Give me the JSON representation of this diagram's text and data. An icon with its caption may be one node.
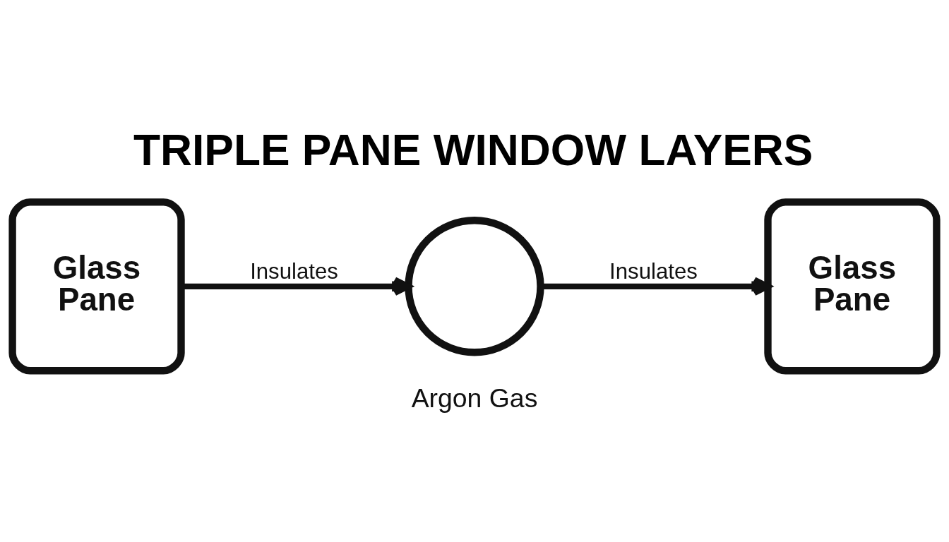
{
  "diagram": {
    "title": "TRIPLE PANE WINDOW LAYERS",
    "nodes": [
      {
        "text": [
          "Glass Pane"
        ]
      },
      {
        "text": [],
        "shape": "circle",
        "beside": [
          "Argon Gas"
        ]
      },
      {
        "text": [
          "Glass Pane"
        ]
      }
    ],
    "edges": [
      {
        "from": 0,
        "to": 1,
        "arrow": "to",
        "label": "Insulates"
      },
      {
        "from": 1,
        "to": 2,
        "arrow": "to",
        "label": "Insulates"
      }
    ]
  }
}
